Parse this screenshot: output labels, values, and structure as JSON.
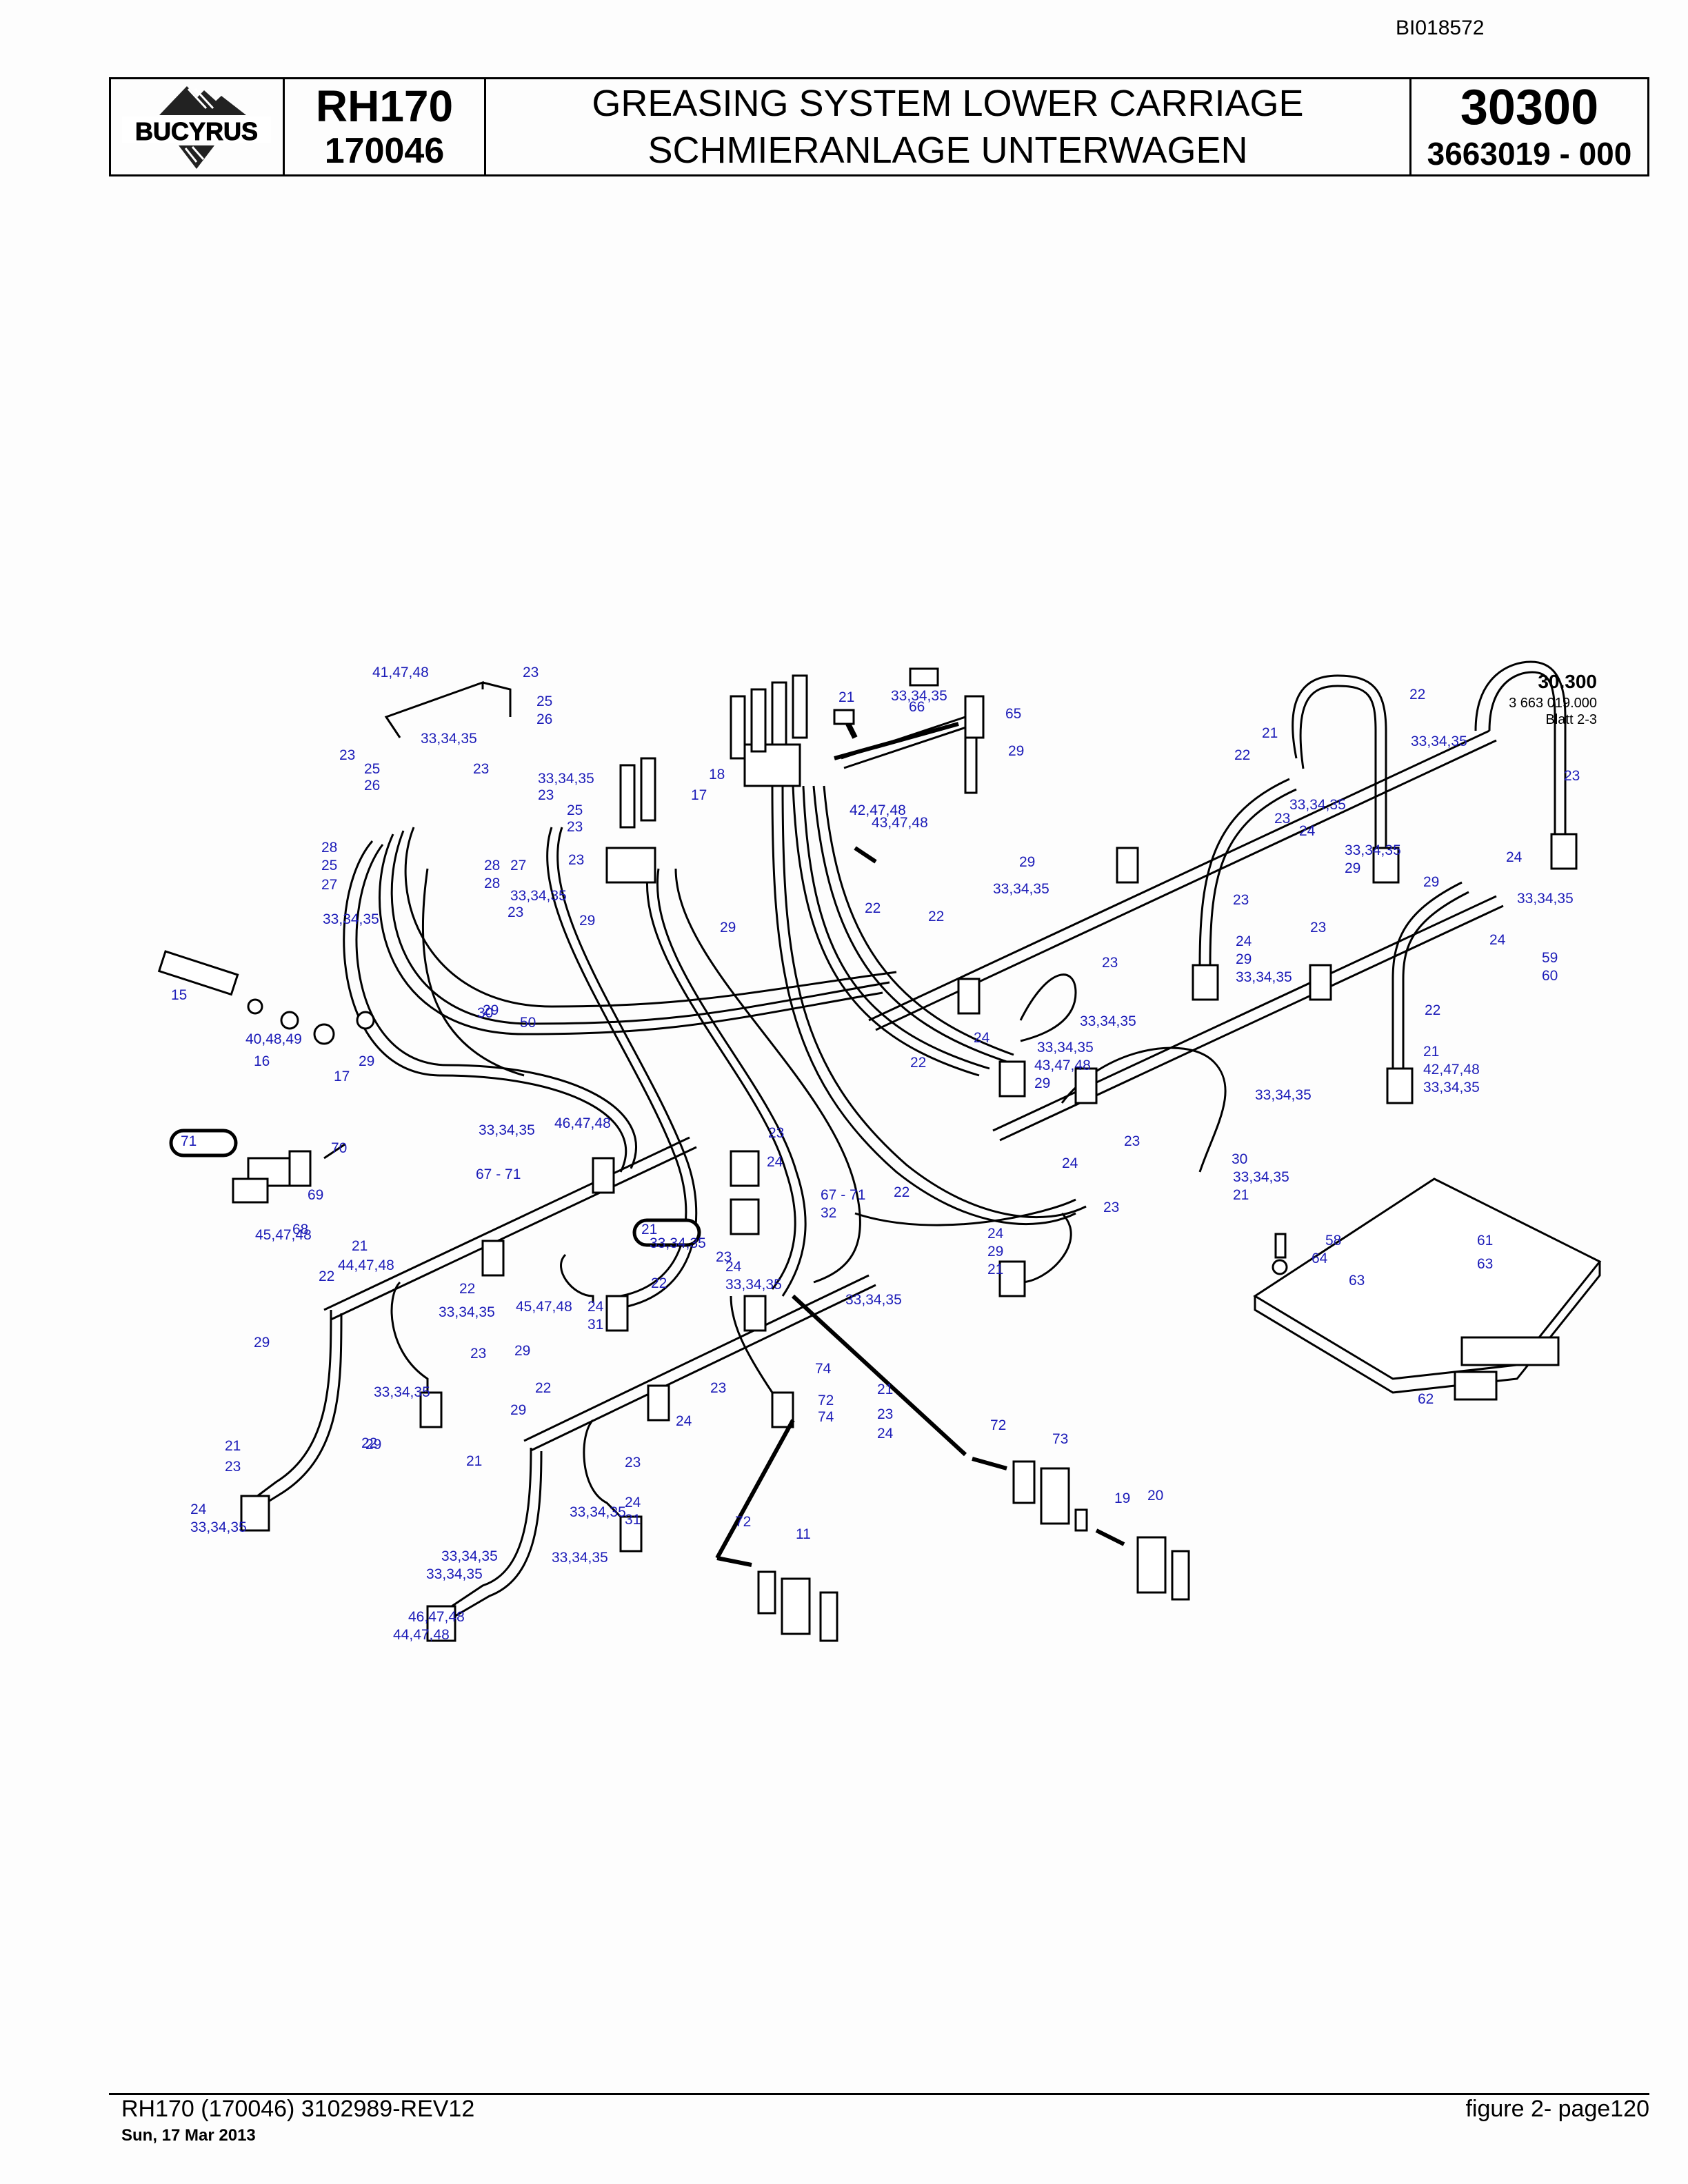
{
  "document_id": "BI018572",
  "header": {
    "logo_text": "BUCYRUS",
    "model": "RH170",
    "serial": "170046",
    "title_en": "GREASING SYSTEM LOWER CARRIAGE",
    "title_de": "SCHMIERANLAGE UNTERWAGEN",
    "group_number": "30300",
    "drawing_number": "3663019  - 000"
  },
  "drawing_ref": {
    "number": "30.300",
    "code": "3 663 019.000",
    "sheet": "Blatt 2-3"
  },
  "colors": {
    "callout": "#1c1cb8",
    "line": "#000000"
  },
  "callouts": [
    "41,47,48",
    "23",
    "25",
    "26",
    "33,34,35",
    "23",
    "25",
    "26",
    "23",
    "33,34,35",
    "23",
    "17",
    "18",
    "25",
    "23",
    "27",
    "28",
    "25",
    "27",
    "28",
    "28",
    "23",
    "23",
    "33,34,35",
    "33,34,35",
    "29",
    "29",
    "29",
    "50",
    "15",
    "40,48,49",
    "16",
    "17",
    "29",
    "30",
    "33,34,35",
    "46,47,48",
    "67 - 71",
    "71",
    "70",
    "69",
    "68",
    "45,47,48",
    "21",
    "22",
    "44,47,48",
    "22",
    "33,34,35",
    "29",
    "23",
    "24",
    "31",
    "33,34,35",
    "21",
    "23",
    "24",
    "33,34,35",
    "22",
    "29",
    "33,34,35",
    "23",
    "24",
    "67 - 71",
    "32",
    "21",
    "23",
    "24",
    "33,34,35",
    "22",
    "33,34,35",
    "22",
    "45,47,48",
    "21",
    "22",
    "29",
    "23",
    "24",
    "31",
    "33,34,35",
    "21",
    "23",
    "24",
    "33,34,35",
    "33,34,35",
    "46,47,48",
    "44,47,48",
    "29",
    "33,34,35",
    "23",
    "24",
    "74",
    "72",
    "74",
    "72",
    "73",
    "72",
    "11",
    "19",
    "20",
    "21",
    "33,34,35",
    "66",
    "65",
    "29",
    "42,47,48",
    "43,47,48",
    "22",
    "29",
    "22",
    "33,34,35",
    "23",
    "24",
    "33,34,35",
    "43,47,48",
    "29",
    "22",
    "33,34,35",
    "33,34,35",
    "23",
    "24",
    "30",
    "33,34,35",
    "21",
    "23",
    "24",
    "29",
    "21",
    "22",
    "21",
    "22",
    "33,34,35",
    "23",
    "24",
    "33,34,35",
    "29",
    "33,34,35",
    "23",
    "24",
    "29",
    "33,34,35",
    "22",
    "21",
    "42,47,48",
    "33,34,35",
    "23",
    "24",
    "29",
    "33,34,35",
    "23",
    "24",
    "59",
    "60",
    "58",
    "64",
    "63",
    "61",
    "63",
    "62"
  ],
  "footer": {
    "left": "RH170 (170046) 3102989-REV12",
    "date": "Sun, 17 Mar 2013",
    "right": "figure  2- page120"
  }
}
